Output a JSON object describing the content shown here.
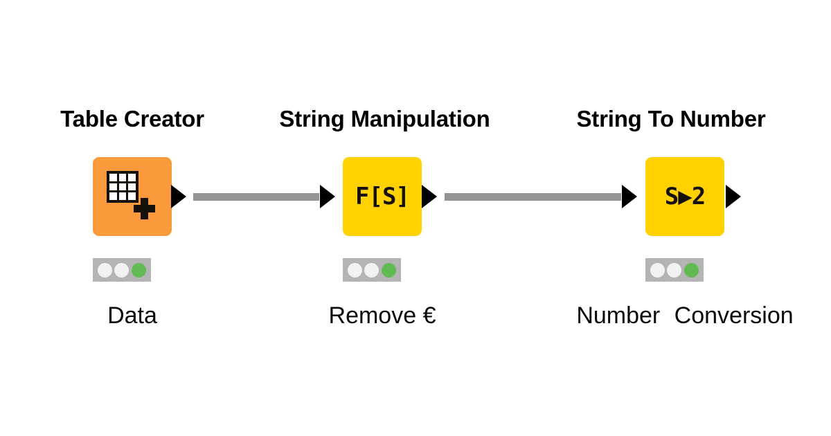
{
  "workflow": {
    "background_color": "#ffffff",
    "nodes": [
      {
        "id": "table-creator",
        "title": "Table Creator",
        "label": "Data",
        "color": "#FB9A3C",
        "color_name": "orange",
        "icon": "table-grid-plus-icon",
        "glyph": "",
        "status": {
          "leds": [
            "idle",
            "idle",
            "active"
          ],
          "state": "executed",
          "active_color": "#61BB52",
          "idle_color": "#F2F2F2",
          "bar_color": "#B4B4B4"
        },
        "has_input_port": false,
        "has_output_port": true
      },
      {
        "id": "string-manipulation",
        "title": "String Manipulation",
        "label": "Remove €",
        "color": "#FFD100",
        "color_name": "yellow",
        "icon": "function-string-icon",
        "glyph": "F[S]",
        "status": {
          "leds": [
            "idle",
            "idle",
            "active"
          ],
          "state": "executed",
          "active_color": "#61BB52",
          "idle_color": "#F2F2F2",
          "bar_color": "#B4B4B4"
        },
        "has_input_port": true,
        "has_output_port": true
      },
      {
        "id": "string-to-number",
        "title": "String To Number",
        "label": "Number Conversion",
        "color": "#FFD100",
        "color_name": "yellow",
        "icon": "string-to-number-icon",
        "glyph": "S▶2",
        "status": {
          "leds": [
            "idle",
            "idle",
            "active"
          ],
          "state": "executed",
          "active_color": "#61BB52",
          "idle_color": "#F2F2F2",
          "bar_color": "#B4B4B4"
        },
        "has_input_port": true,
        "has_output_port": true
      }
    ],
    "connections": [
      {
        "id": "conn-1",
        "from": "table-creator",
        "to": "string-manipulation",
        "color": "#939393"
      },
      {
        "id": "conn-2",
        "from": "string-manipulation",
        "to": "string-to-number",
        "color": "#939393"
      }
    ]
  }
}
